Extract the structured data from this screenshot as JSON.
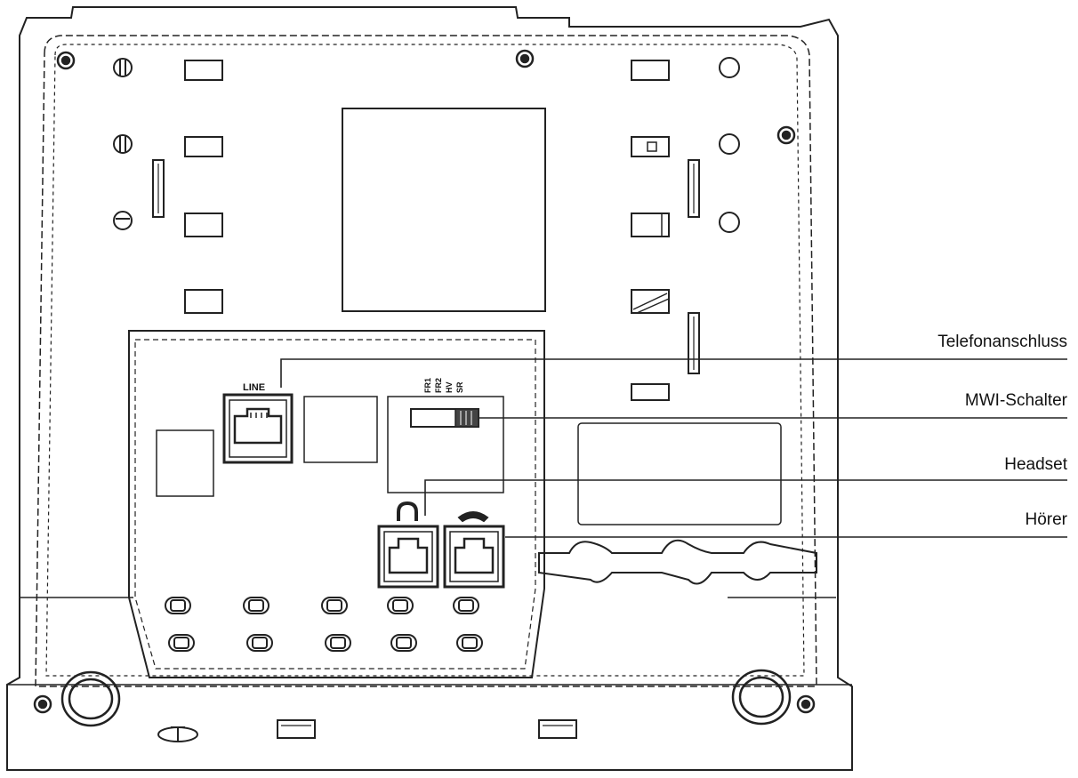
{
  "diagram": {
    "port_label": "LINE",
    "switch_positions": [
      "FR1",
      "FR2",
      "HV",
      "SR"
    ],
    "callouts": [
      {
        "id": "telefonanschluss",
        "label": "Telefonanschluss"
      },
      {
        "id": "mwi-schalter",
        "label": "MWI-Schalter"
      },
      {
        "id": "headset",
        "label": "Headset"
      },
      {
        "id": "hoerer",
        "label": "Hörer"
      }
    ]
  }
}
